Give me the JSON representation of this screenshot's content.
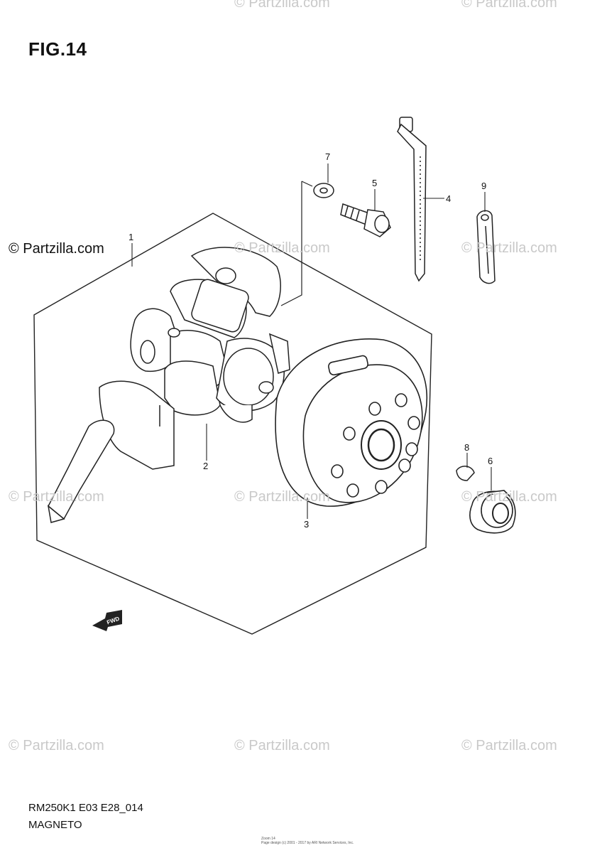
{
  "figure": {
    "title": "FIG.14"
  },
  "watermarks": {
    "main": "© Partzilla.com",
    "repeat": "© Partzilla.com"
  },
  "callouts": [
    "1",
    "2",
    "3",
    "4",
    "5",
    "6",
    "7",
    "8",
    "9"
  ],
  "fwd_label": "FWD",
  "footer": {
    "code": "RM250K1 E03 E28_014",
    "name": "MAGNETO",
    "note_line1": "Zoom 14",
    "note_line2": "Page design (c) 2001 - 2017 by ARI Network Services, Inc."
  }
}
